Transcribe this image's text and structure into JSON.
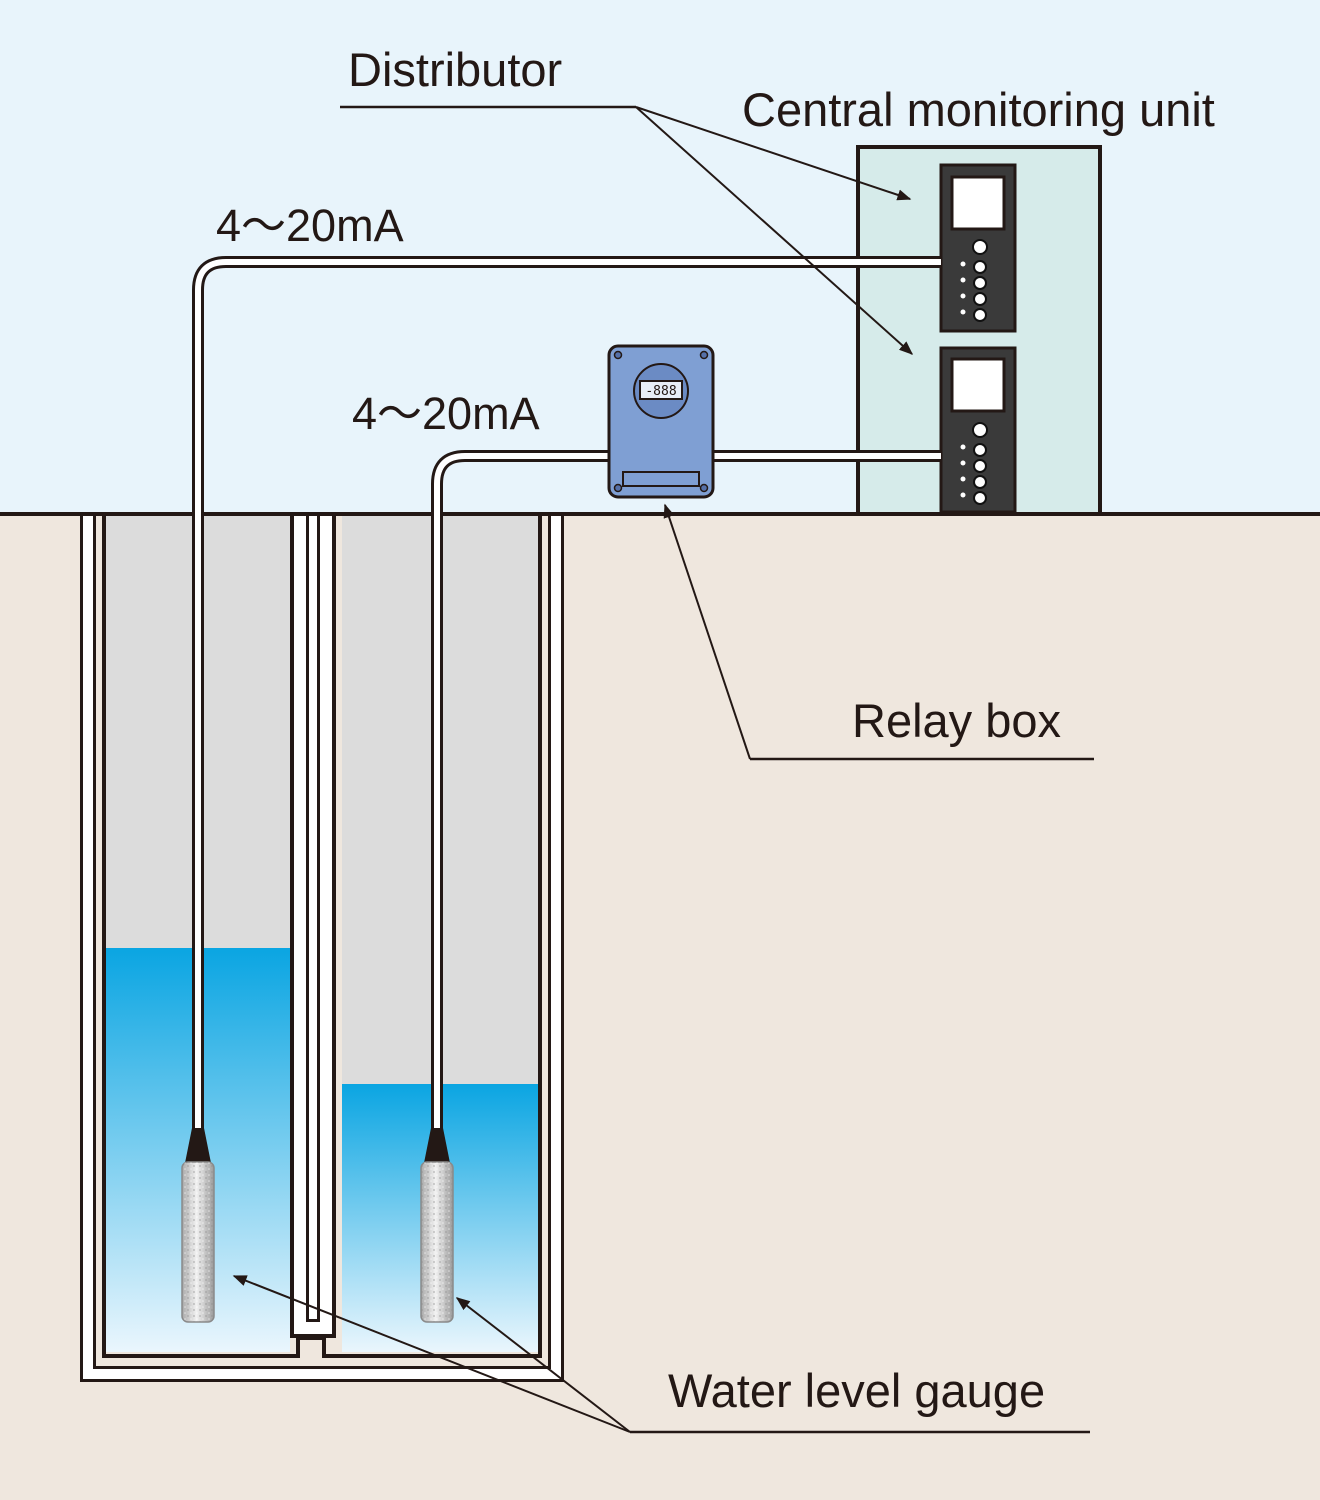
{
  "labels": {
    "distributor": "Distributor",
    "central_monitoring_unit": "Central monitoring unit",
    "signal_upper": "4〜20mA",
    "signal_lower": "4〜20mA",
    "relay_box": "Relay box",
    "water_level_gauge": "Water level gauge"
  },
  "relay_display": "-888",
  "colors": {
    "sky": "#e8f4fb",
    "ground": "#efe7de",
    "well_air": "#dcdcdc",
    "water_top": "#0aa5e2",
    "water_bottom": "#eaf6fd",
    "cabinet": "#d6ebea",
    "panel": "#3a3a3a",
    "relay_box": "#7f9fd3",
    "line": "#231815"
  }
}
